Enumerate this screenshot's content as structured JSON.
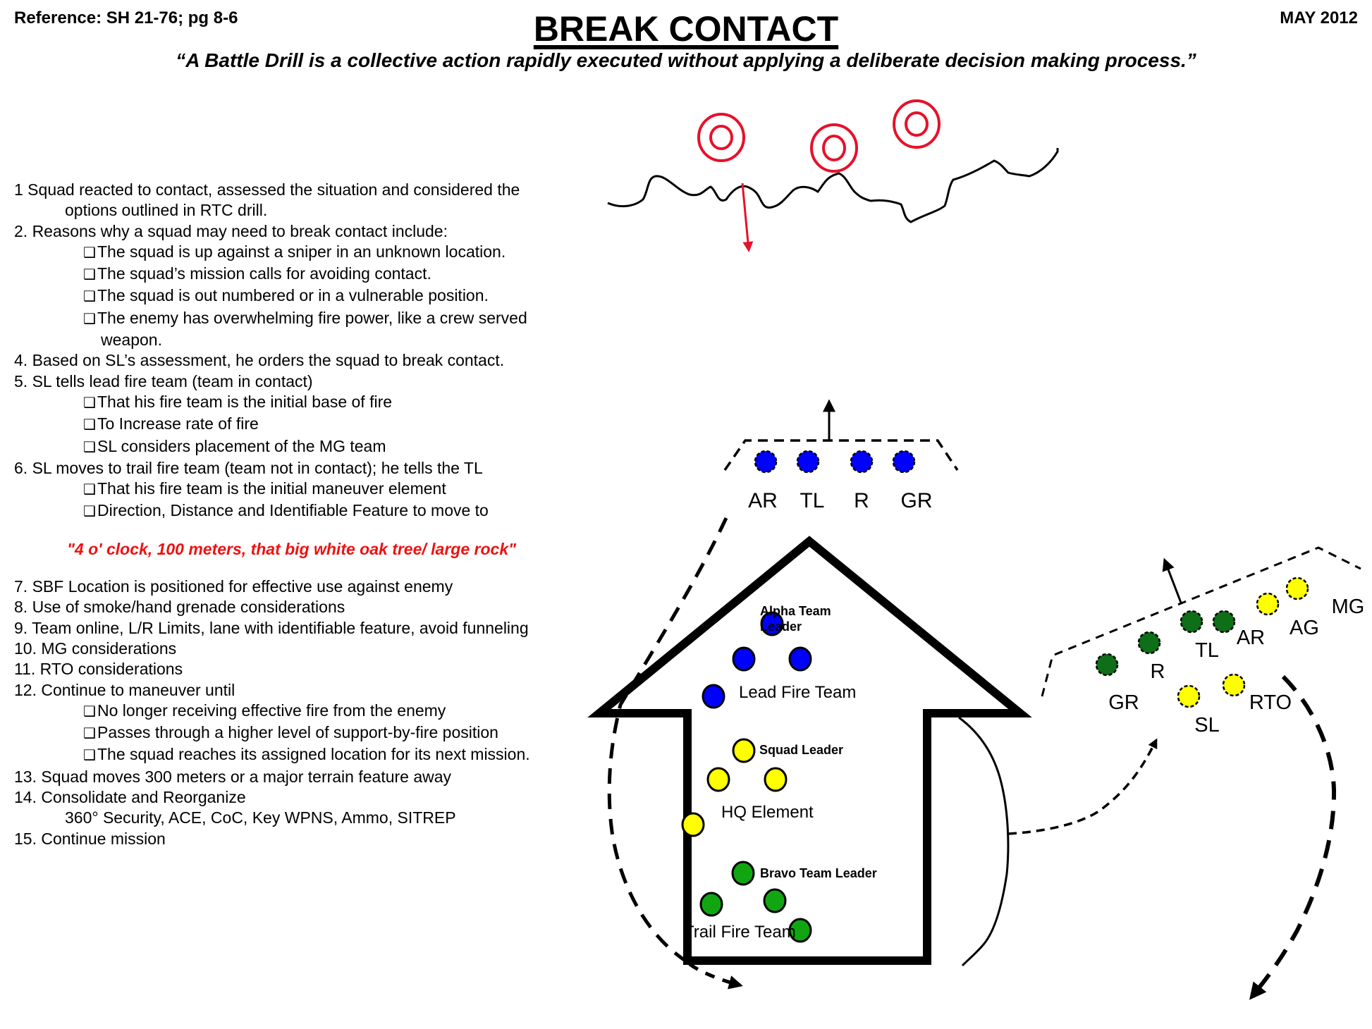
{
  "header": {
    "reference": "Reference: SH 21-76; pg 8-6",
    "title": "BREAK CONTACT",
    "date": "MAY 2012",
    "quote": "“A Battle Drill is a collective action rapidly executed without applying a deliberate decision making process.”"
  },
  "steps": [
    {
      "text": "1 Squad reacted to contact, assessed the situation and considered the",
      "indent": 0
    },
    {
      "text": "options outlined in RTC drill.",
      "indent": 1
    },
    {
      "text": "2.  Reasons why a squad may need to break contact include:",
      "indent": 0
    },
    {
      "text": "The squad is up against a sniper in an unknown location.",
      "indent": 2,
      "checkbox": true
    },
    {
      "text": "The squad’s mission calls for avoiding contact.",
      "indent": 2,
      "checkbox": true
    },
    {
      "text": "The squad is out numbered or in a vulnerable position.",
      "indent": 2,
      "checkbox": true
    },
    {
      "text": "The enemy has overwhelming fire power, like a crew served",
      "indent": 2,
      "checkbox": true
    },
    {
      "text": "weapon.",
      "indent": 3
    },
    {
      "text": "4.  Based on SL’s assessment, he orders the squad to break contact.",
      "indent": 0
    },
    {
      "text": "5. SL tells lead fire team (team in contact)",
      "indent": 0
    },
    {
      "text": "That his fire team is the initial base of fire",
      "indent": 2,
      "checkbox": true
    },
    {
      "text": "To Increase rate of fire",
      "indent": 2,
      "checkbox": true
    },
    {
      "text": "SL considers placement of the MG team",
      "indent": 2,
      "checkbox": true
    },
    {
      "text": "6. SL moves to trail fire team (team not in contact); he tells the TL",
      "indent": 0
    },
    {
      "text": "That his fire team is the initial maneuver element",
      "indent": 2,
      "checkbox": true
    },
    {
      "text": "Direction, Distance and Identifiable Feature to move to",
      "indent": 2,
      "checkbox": true
    },
    {
      "text": "",
      "indent": 0
    },
    {
      "text": "\"4 o' clock, 100 meters, that big white oak tree/ large rock\"",
      "indent": 0,
      "red": true
    },
    {
      "text": "",
      "indent": 0
    },
    {
      "text": "7. SBF Location is positioned for effective use against enemy",
      "indent": 0
    },
    {
      "text": "8. Use of smoke/hand grenade considerations",
      "indent": 0
    },
    {
      "text": "9. Team online, L/R Limits, lane with identifiable feature, avoid funneling",
      "indent": 0
    },
    {
      "text": "10. MG considerations",
      "indent": 0
    },
    {
      "text": "11. RTO considerations",
      "indent": 0
    },
    {
      "text": "12. Continue to maneuver until",
      "indent": 0
    },
    {
      "text": "No longer receiving effective fire from the enemy",
      "indent": 2,
      "checkbox": true
    },
    {
      "text": "Passes through a higher level of support-by-fire position",
      "indent": 2,
      "checkbox": true
    },
    {
      "text": "The squad reaches its assigned location for its next mission.",
      "indent": 2,
      "checkbox": true
    },
    {
      "text": "13. Squad moves 300 meters or a major terrain feature away",
      "indent": 0
    },
    {
      "text": "14. Consolidate and Reorganize",
      "indent": 0
    },
    {
      "text": "360° Security, ACE, CoC, Key WPNS, Ammo, SITREP",
      "indent": 1
    },
    {
      "text": "15. Continue mission",
      "indent": 0
    }
  ],
  "checkbox_glyph": "❑",
  "colors": {
    "enemy": "#e8102a",
    "alpha": "#0000ff",
    "hq": "#ffff00",
    "bravo": "#11a611",
    "bravo_sbf": "#0f6e18",
    "red_text": "#ee1111"
  },
  "diagram": {
    "top_team_labels": [
      "AR",
      "TL",
      "R",
      "GR"
    ],
    "arrow_labels": {
      "alpha": [
        "Alpha Team",
        "Leader"
      ],
      "lead": "Lead Fire Team",
      "sl": "Squad Leader",
      "hq": "HQ Element",
      "bravo": "Bravo Team Leader",
      "trail": "Trail Fire Team"
    },
    "sbf_labels": {
      "gr": "GR",
      "r": "R",
      "tl": "TL",
      "ar": "AR",
      "ag": "AG",
      "mg": "MG",
      "sl": "SL",
      "rto": "RTO"
    }
  }
}
